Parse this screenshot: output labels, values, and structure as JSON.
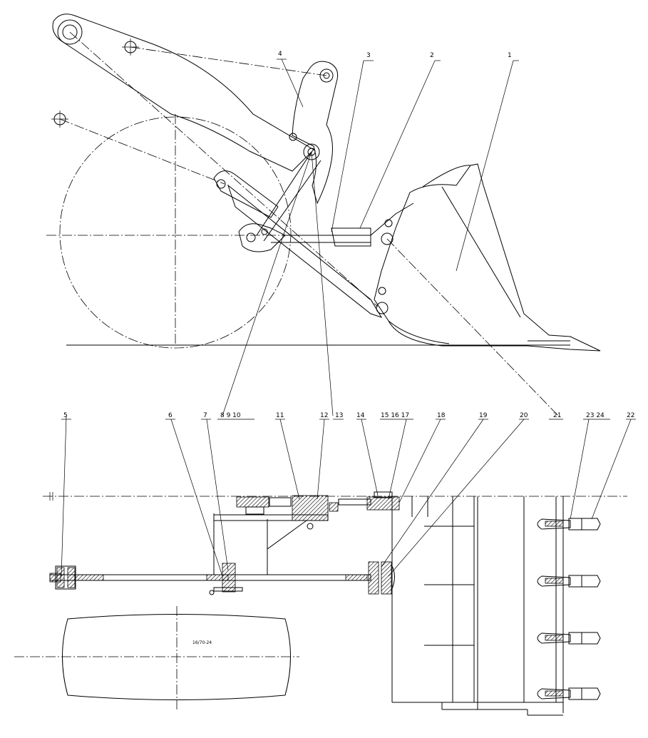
{
  "drawing": {
    "part_labels": [
      "1",
      "2",
      "3",
      "4",
      "5",
      "6",
      "7",
      "8 9 10",
      "11",
      "12",
      "13",
      "14",
      "15 16 17",
      "18",
      "19",
      "20",
      "21",
      "22",
      "23 24"
    ],
    "tire_note": "16/70-24"
  },
  "colors": {
    "line": "#000000",
    "background": "#ffffff"
  }
}
